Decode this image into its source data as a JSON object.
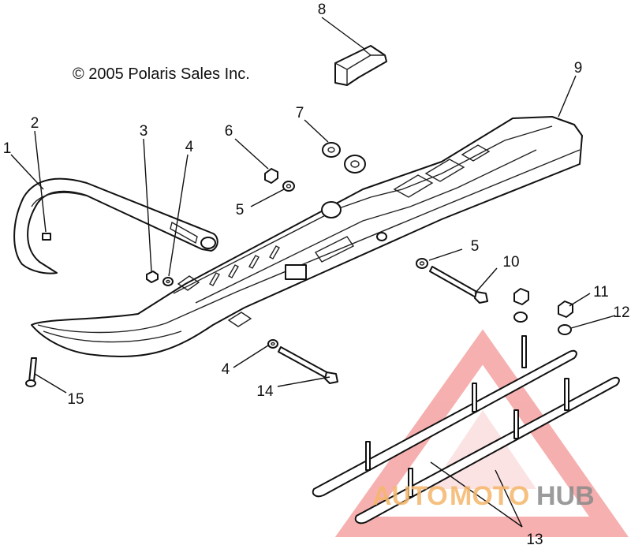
{
  "copyright": "© 2005 Polaris Sales Inc.",
  "callouts": {
    "c1": "1",
    "c2": "2",
    "c3": "3",
    "c4a": "4",
    "c4b": "4",
    "c5a": "5",
    "c5b": "5",
    "c6": "6",
    "c7": "7",
    "c8": "8",
    "c9": "9",
    "c10": "10",
    "c11": "11",
    "c12": "12",
    "c13": "13",
    "c14": "14",
    "c15": "15"
  },
  "watermark": {
    "part1": "AUTO",
    "part2": "MOTO",
    "part3": "HUB",
    "triangle_color": "#f08080"
  }
}
